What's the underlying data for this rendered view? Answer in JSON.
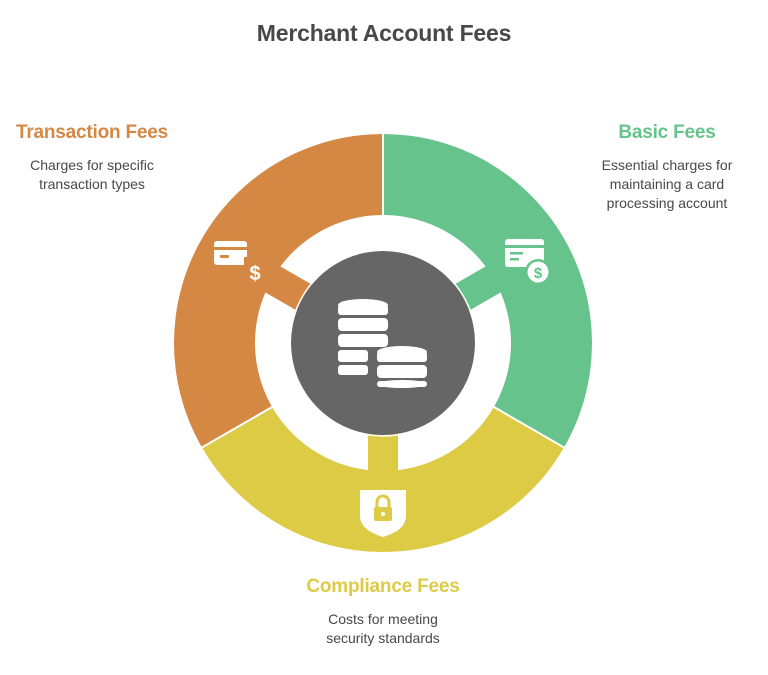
{
  "title": "Merchant Account Fees",
  "colors": {
    "transaction": "#D48844",
    "basic": "#66C38C",
    "compliance": "#DDCB46",
    "center": "#666666",
    "text": "#484848",
    "background": "#FFFFFF"
  },
  "center": {
    "icon": "coins-stack-icon"
  },
  "segments": [
    {
      "id": "transaction",
      "heading": "Transaction Fees",
      "description_lines": [
        "Charges for specific",
        "transaction types"
      ],
      "icon": "credit-card-dollar-icon",
      "position": "upper-left"
    },
    {
      "id": "basic",
      "heading": "Basic Fees",
      "description_lines": [
        "Essential charges for",
        "maintaining a card",
        "processing account"
      ],
      "icon": "card-invoice-dollar-icon",
      "position": "upper-right"
    },
    {
      "id": "compliance",
      "heading": "Compliance Fees",
      "description_lines": [
        "Costs for meeting",
        "security standards"
      ],
      "icon": "shield-lock-icon",
      "position": "bottom"
    }
  ]
}
